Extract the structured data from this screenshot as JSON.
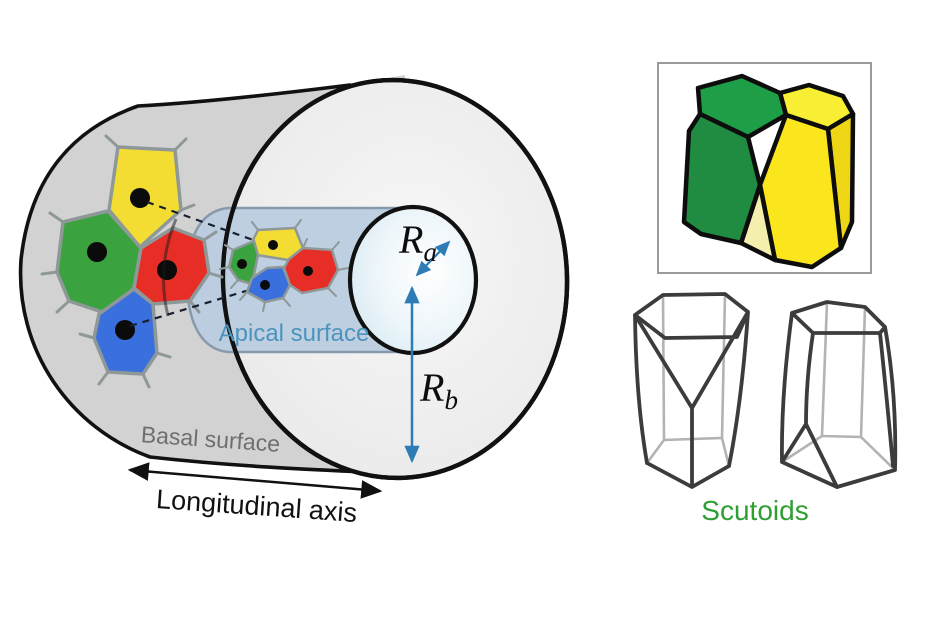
{
  "figure": {
    "left_panel": {
      "apical_label": "Apical surface",
      "basal_label": "Basal surface",
      "axis_label": "Longitudinal axis",
      "apical_radius": {
        "symbol": "R",
        "sub": "a"
      },
      "basal_radius": {
        "symbol": "R",
        "sub": "b"
      }
    },
    "right_panel": {
      "caption": "Scutoids"
    }
  },
  "palette": {
    "cell_yellow": "#f3dd32",
    "cell_green": "#3aa33f",
    "cell_red": "#e62e26",
    "cell_blue": "#3a70dd",
    "cell_border": "#8f9898",
    "nucleus": "#0b0b0b",
    "body_gray": "#d2d2d2",
    "endcap_gray": "#ededed",
    "tube_blue": "#bacce0",
    "tube_border": "#8699ad",
    "outline_black": "#111111",
    "arrow_blue": "#2d7cb5",
    "apical_text": "#4b94bd",
    "basal_text": "#6f6f6f",
    "caption_green": "#2f9e33",
    "scutoid_green_top": "#1d9e47",
    "scutoid_green_front": "#1f8c41",
    "scutoid_yellow_top": "#f8ee33",
    "scutoid_yellow_front": "#fbe51c",
    "scutoid_yellow_side": "#eed614",
    "scutoid_pale_facet": "#f5efad",
    "wire_dark": "#3c3c3c",
    "wire_light": "#b3b3b3",
    "box_border": "#9b9b9b"
  }
}
